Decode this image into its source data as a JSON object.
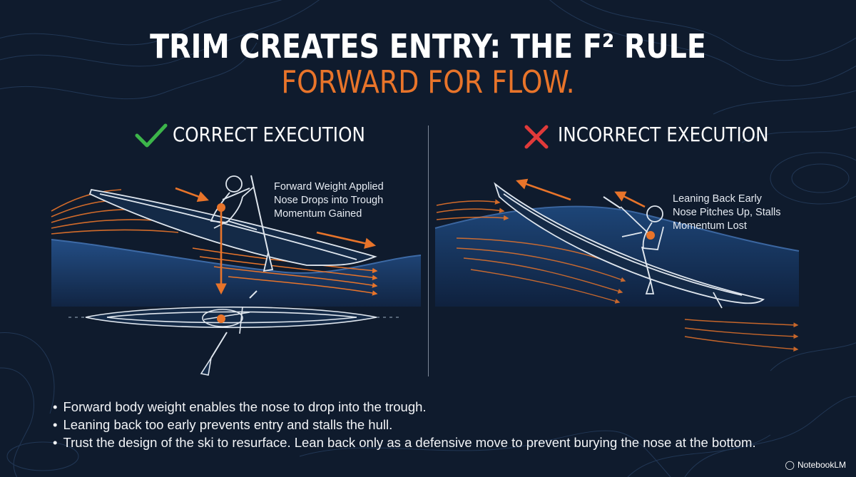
{
  "header": {
    "title": "TRIM CREATES ENTRY: THE F² RULE",
    "subtitle": "FORWARD FOR FLOW."
  },
  "correct": {
    "heading": "CORRECT EXECUTION",
    "mark_icon": "check-icon",
    "mark_color": "#3cb54a",
    "annotation": [
      "Forward Weight Applied",
      "Nose Drops into Trough",
      "Momentum Gained"
    ]
  },
  "incorrect": {
    "heading": "INCORRECT EXECUTION",
    "mark_icon": "cross-icon",
    "mark_color": "#e03a3a",
    "annotation": [
      "Leaning Back Early",
      "Nose Pitches Up, Stalls",
      "Momentum Lost"
    ]
  },
  "bullets": [
    "Forward body weight enables the nose to drop into the trough.",
    "Leaning back too early prevents entry and stalls the hull.",
    "Trust the design of the ski to resurface. Lean back only as a defensive move to prevent burying the nose at the bottom."
  ],
  "branding": {
    "label": "NotebookLM",
    "icon": "notebooklm-logo-icon"
  },
  "colors": {
    "background": "#0f1b2d",
    "accent": "#e8742a",
    "water": "#1c3a64",
    "line": "#dfe6ee"
  }
}
